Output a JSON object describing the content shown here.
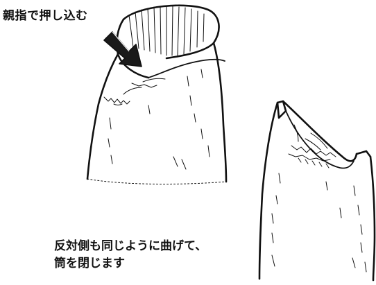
{
  "captions": {
    "push_instruction": "親指で押し込む",
    "fold_instruction": "反対側も同じように曲げて、\n筒を閉じます"
  },
  "colors": {
    "ink": "#111111",
    "paper": "#ffffff"
  },
  "icons": {
    "arrow": "down-right-arrow"
  }
}
